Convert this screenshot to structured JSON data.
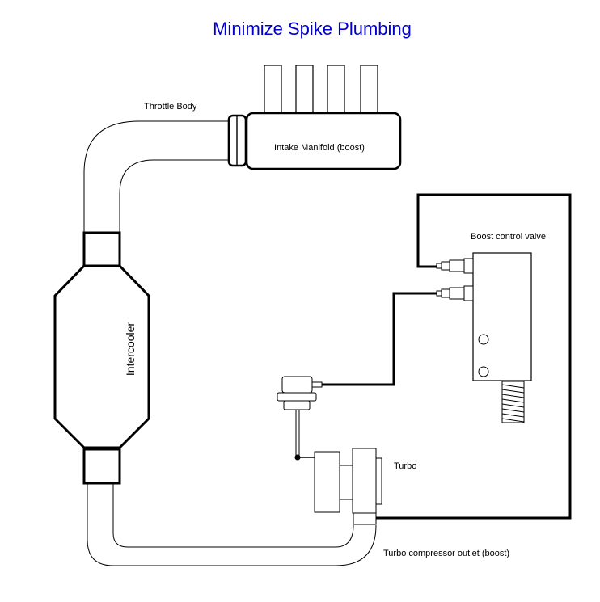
{
  "title": "Minimize Spike Plumbing",
  "labels": {
    "throttle_body": "Throttle Body",
    "intake_manifold": "Intake Manifold (boost)",
    "boost_control_valve": "Boost control valve",
    "intercooler": "Intercooler",
    "turbo": "Turbo",
    "turbo_outlet": "Turbo compressor outlet (boost)"
  },
  "colors": {
    "title": "#0000cc",
    "line": "#000000",
    "background": "#ffffff"
  }
}
